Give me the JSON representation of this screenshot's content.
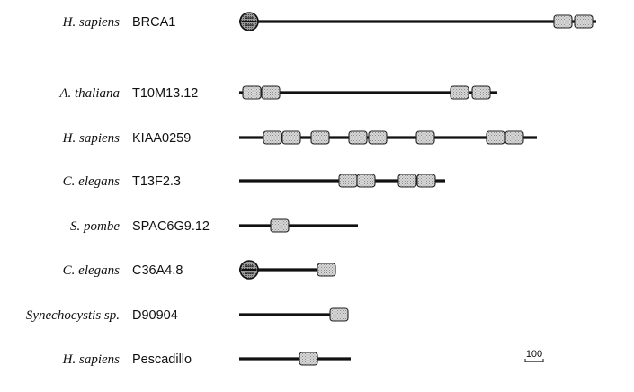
{
  "proteins": [
    {
      "species": "H. sapiens",
      "gene": "BRCA1",
      "length": 397,
      "domains": [
        {
          "type": "ring",
          "start": 0
        },
        {
          "type": "brct",
          "start": 350
        },
        {
          "type": "brct",
          "start": 373
        }
      ]
    },
    {
      "species": "A. thaliana",
      "gene": "T10M13.12",
      "length": 287,
      "domains": [
        {
          "type": "brct",
          "start": 4
        },
        {
          "type": "brct",
          "start": 25
        },
        {
          "type": "brct",
          "start": 235
        },
        {
          "type": "brct",
          "start": 259
        }
      ]
    },
    {
      "species": "H. sapiens",
      "gene": "KIAA0259",
      "length": 331,
      "domains": [
        {
          "type": "brct",
          "start": 27
        },
        {
          "type": "brct",
          "start": 48
        },
        {
          "type": "brct",
          "start": 80
        },
        {
          "type": "brct",
          "start": 122
        },
        {
          "type": "brct",
          "start": 144
        },
        {
          "type": "brct",
          "start": 197
        },
        {
          "type": "brct",
          "start": 275
        },
        {
          "type": "brct",
          "start": 296
        }
      ]
    },
    {
      "species": "C. elegans",
      "gene": "T13F2.3",
      "length": 229,
      "domains": [
        {
          "type": "brct",
          "start": 111
        },
        {
          "type": "brct",
          "start": 131
        },
        {
          "type": "brct",
          "start": 177
        },
        {
          "type": "brct",
          "start": 198
        }
      ]
    },
    {
      "species": "S. pombe",
      "gene": "SPAC6G9.12",
      "length": 132,
      "domains": [
        {
          "type": "brct",
          "start": 35
        }
      ]
    },
    {
      "species": "C. elegans",
      "gene": "C36A4.8",
      "length": 107,
      "domains": [
        {
          "type": "ring",
          "start": 0
        },
        {
          "type": "brct",
          "start": 87
        }
      ]
    },
    {
      "species": "Synechocystis sp.",
      "gene": "D90904",
      "length": 101,
      "domains": [
        {
          "type": "brct",
          "start": 101
        }
      ]
    },
    {
      "species": "H. sapiens",
      "gene": "Pescadillo",
      "length": 124,
      "domains": [
        {
          "type": "brct",
          "start": 67
        }
      ]
    }
  ],
  "scale_bar": {
    "label": "100",
    "length": 100
  },
  "colors": {
    "line": "#111111",
    "box_fill": "#d2d2d2",
    "box_stroke": "#222222"
  }
}
